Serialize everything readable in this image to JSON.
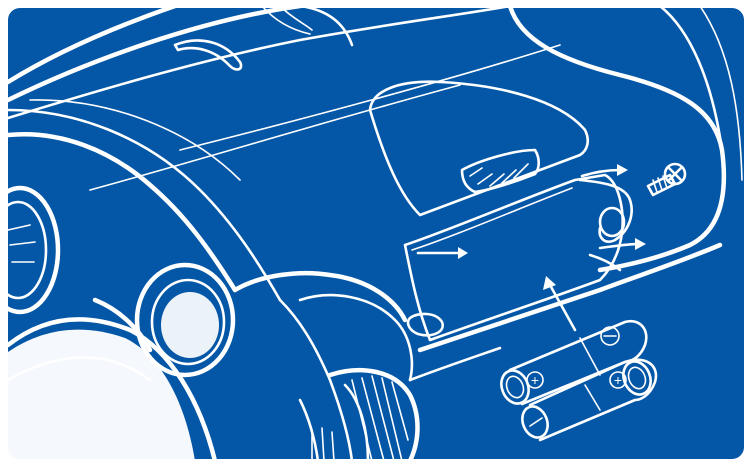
{
  "illustration": {
    "background_color": "#0457a7",
    "line_color": "#ffffff",
    "frame_color": "#ffffff",
    "battery_count": 2,
    "battery_terminal_symbol": "+",
    "arrow_count": 4,
    "screw_count": 1
  }
}
